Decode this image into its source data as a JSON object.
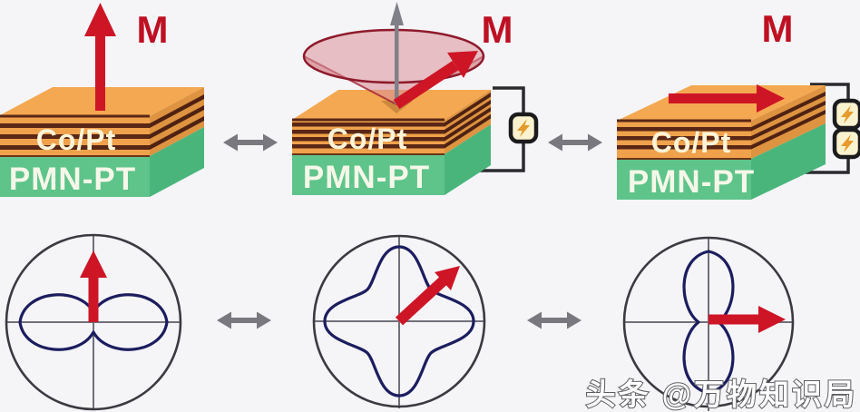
{
  "panels": [
    {
      "name": "out-of-plane-state",
      "m_label": "M",
      "film_label": "Co/Pt",
      "substrate_label": "PMN-PT",
      "magnetization_arrow": "up",
      "battery_count": 0
    },
    {
      "name": "canted-cone-state",
      "m_label": "M",
      "film_label": "Co/Pt",
      "substrate_label": "PMN-PT",
      "magnetization_arrow": "tilted up-right with precession cone",
      "battery_count": 1
    },
    {
      "name": "in-plane-state",
      "m_label": "M",
      "film_label": "Co/Pt",
      "substrate_label": "PMN-PT",
      "magnetization_arrow": "right (in-plane)",
      "battery_count": 2
    }
  ],
  "polar_plots": [
    {
      "shape": "two-lobe-horizontal",
      "arrow_direction": "up"
    },
    {
      "shape": "four-lobe-clover",
      "arrow_direction": "up-right"
    },
    {
      "shape": "two-lobe-vertical",
      "arrow_direction": "right"
    }
  ],
  "watermark": "头条 @万物知识局",
  "colors": {
    "background": "#f5f5f8",
    "film_orange_top": "#f4a851",
    "film_orange_front": "#f0a14b",
    "film_orange_side": "#dd9340",
    "stripe_brown": "#5a2716",
    "substrate_green_front": "#5ec48a",
    "substrate_green_side": "#49b57b",
    "arrow_red": "#ce1526",
    "m_label_red": "#be1022",
    "cone_pink": "#d99097",
    "cone_rim_red": "#8f1a2b",
    "curve_navy": "#1c1d5f",
    "gray_arrow": "#78787e",
    "wire_black": "#2a2a2e",
    "battery_cream": "#fbf3cf",
    "bolt_orange": "#e79a2d"
  }
}
